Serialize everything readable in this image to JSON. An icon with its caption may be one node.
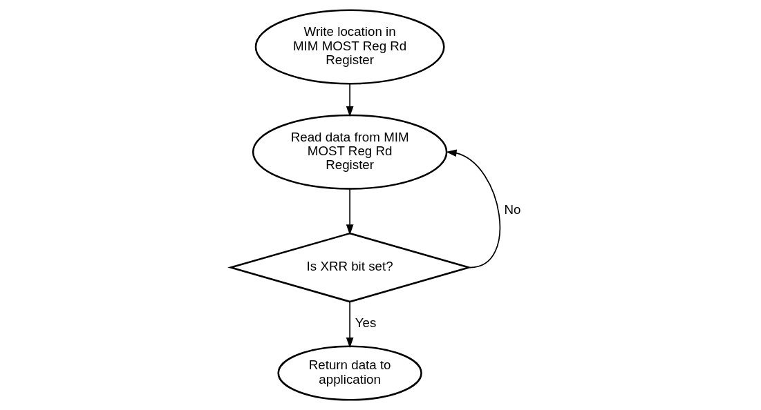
{
  "diagram": {
    "nodes": [
      {
        "text": [
          "Write location in MIM MOST Reg Rd Register"
        ]
      },
      {
        "text": [
          "Read data from MIM MOST Reg Rd Register"
        ]
      },
      {
        "text": [
          "Is XRR bit set?"
        ]
      },
      {
        "text": [
          "Return data to application"
        ]
      }
    ],
    "edges": [
      {
        "from": 0,
        "to": 1,
        "arrow": "to"
      },
      {
        "from": 1,
        "to": 2,
        "arrow": "to"
      },
      {
        "from": 2,
        "to": 1,
        "arrow": "to",
        "label": "No"
      },
      {
        "from": 2,
        "to": 3,
        "arrow": "to",
        "label": "Yes"
      }
    ]
  }
}
